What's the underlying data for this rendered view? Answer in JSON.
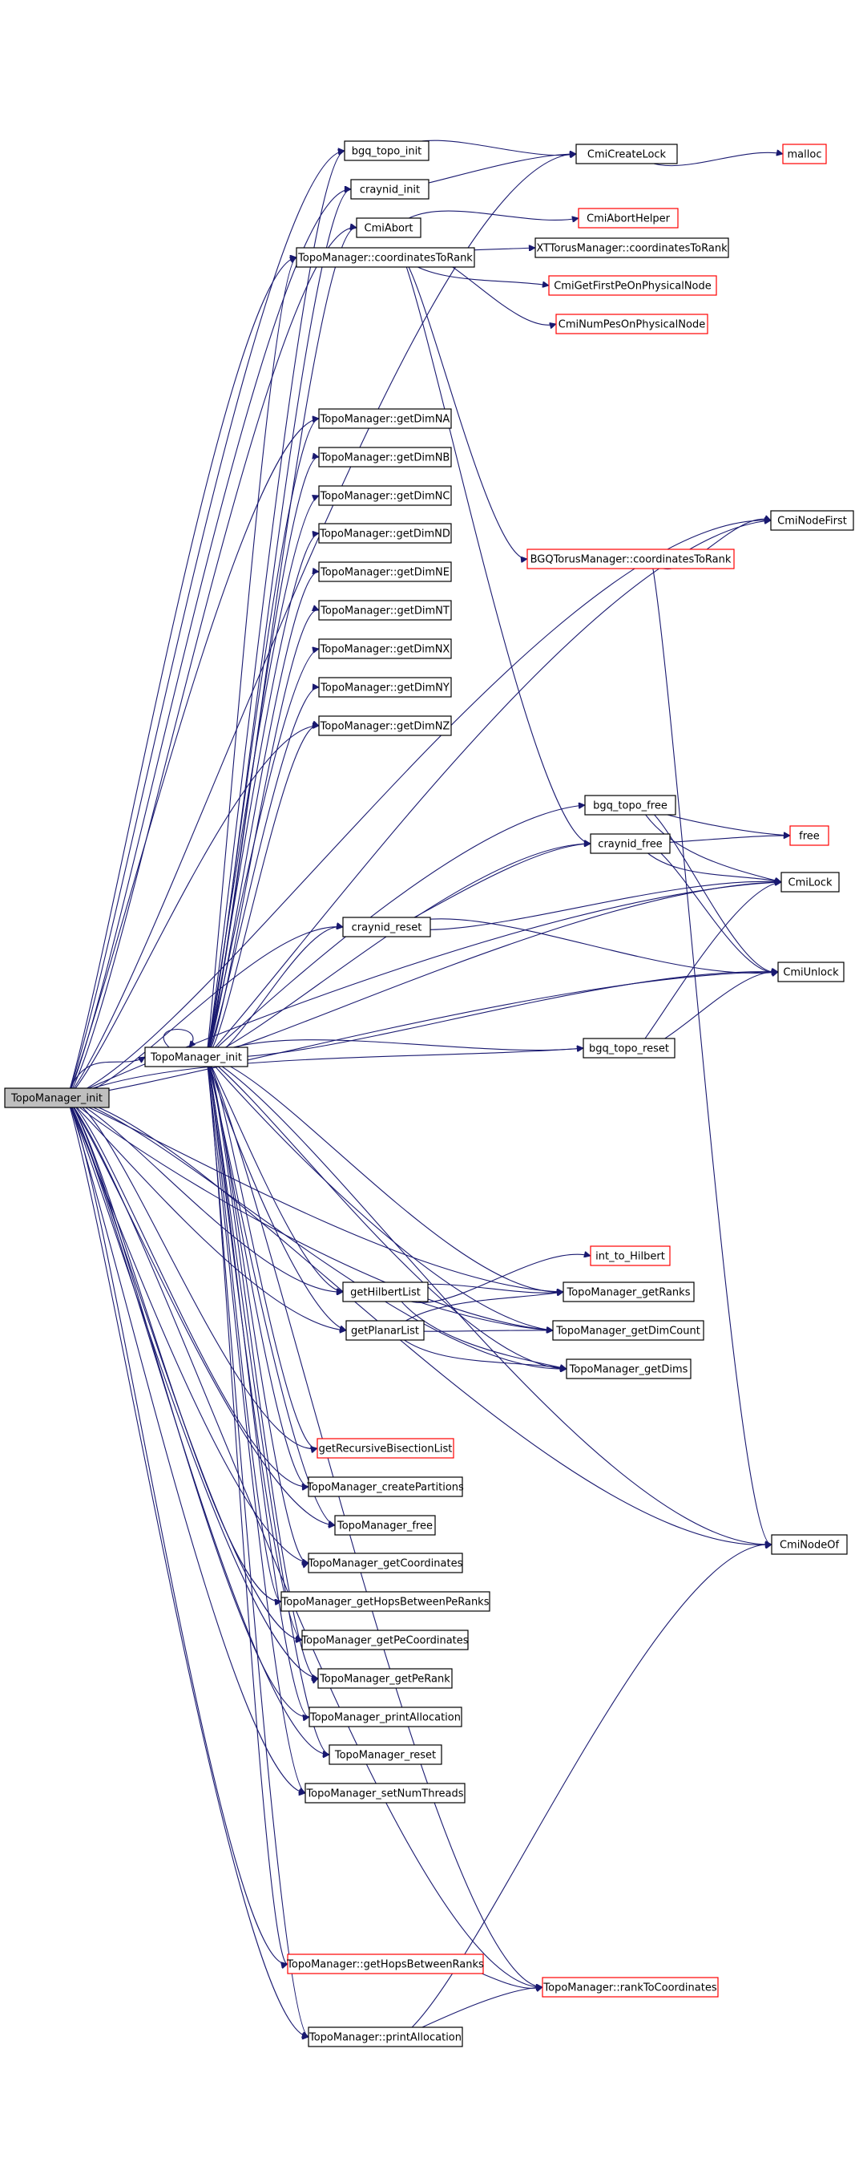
{
  "nodes": [
    {
      "id": "root",
      "label": "TopoManager_init",
      "style": "root"
    },
    {
      "id": "tm_init",
      "label": "TopoManager_init",
      "style": "normal"
    },
    {
      "id": "bgq_topo_init",
      "label": "bgq_topo_init",
      "style": "normal"
    },
    {
      "id": "craynid_init",
      "label": "craynid_init",
      "style": "normal"
    },
    {
      "id": "CmiAbort",
      "label": "CmiAbort",
      "style": "normal"
    },
    {
      "id": "coordsToRank",
      "label": "TopoManager::coordinatesToRank",
      "style": "normal"
    },
    {
      "id": "CmiCreateLock",
      "label": "CmiCreateLock",
      "style": "normal"
    },
    {
      "id": "malloc",
      "label": "malloc",
      "style": "truncated"
    },
    {
      "id": "CmiAbortHelper",
      "label": "CmiAbortHelper",
      "style": "truncated"
    },
    {
      "id": "XTTorus",
      "label": "XTTorusManager::coordinatesToRank",
      "style": "normal"
    },
    {
      "id": "CmiGetFirstPe",
      "label": "CmiGetFirstPeOnPhysicalNode",
      "style": "truncated"
    },
    {
      "id": "CmiNumPes",
      "label": "CmiNumPesOnPhysicalNode",
      "style": "truncated"
    },
    {
      "id": "getDimNA",
      "label": "TopoManager::getDimNA",
      "style": "normal"
    },
    {
      "id": "getDimNB",
      "label": "TopoManager::getDimNB",
      "style": "normal"
    },
    {
      "id": "getDimNC",
      "label": "TopoManager::getDimNC",
      "style": "normal"
    },
    {
      "id": "getDimND",
      "label": "TopoManager::getDimND",
      "style": "normal"
    },
    {
      "id": "getDimNE",
      "label": "TopoManager::getDimNE",
      "style": "normal"
    },
    {
      "id": "getDimNT",
      "label": "TopoManager::getDimNT",
      "style": "normal"
    },
    {
      "id": "getDimNX",
      "label": "TopoManager::getDimNX",
      "style": "normal"
    },
    {
      "id": "getDimNY",
      "label": "TopoManager::getDimNY",
      "style": "normal"
    },
    {
      "id": "getDimNZ",
      "label": "TopoManager::getDimNZ",
      "style": "normal"
    },
    {
      "id": "CmiNodeFirst",
      "label": "CmiNodeFirst",
      "style": "normal"
    },
    {
      "id": "BGQTorus",
      "label": "BGQTorusManager::coordinatesToRank",
      "style": "truncated"
    },
    {
      "id": "bgq_topo_free",
      "label": "bgq_topo_free",
      "style": "normal"
    },
    {
      "id": "craynid_free",
      "label": "craynid_free",
      "style": "normal"
    },
    {
      "id": "free",
      "label": "free",
      "style": "truncated"
    },
    {
      "id": "CmiLock",
      "label": "CmiLock",
      "style": "normal"
    },
    {
      "id": "craynid_reset",
      "label": "craynid_reset",
      "style": "normal"
    },
    {
      "id": "CmiUnlock",
      "label": "CmiUnlock",
      "style": "normal"
    },
    {
      "id": "bgq_topo_reset",
      "label": "bgq_topo_reset",
      "style": "normal"
    },
    {
      "id": "int_to_Hilbert",
      "label": "int_to_Hilbert",
      "style": "truncated"
    },
    {
      "id": "getHilbertList",
      "label": "getHilbertList",
      "style": "normal"
    },
    {
      "id": "TM_getRanks",
      "label": "TopoManager_getRanks",
      "style": "normal"
    },
    {
      "id": "getPlanarList",
      "label": "getPlanarList",
      "style": "normal"
    },
    {
      "id": "TM_getDimCount",
      "label": "TopoManager_getDimCount",
      "style": "normal"
    },
    {
      "id": "TM_getDims",
      "label": "TopoManager_getDims",
      "style": "normal"
    },
    {
      "id": "getRecBis",
      "label": "getRecursiveBisectionList",
      "style": "truncated"
    },
    {
      "id": "TM_createPartitions",
      "label": "TopoManager_createPartitions",
      "style": "normal"
    },
    {
      "id": "TM_free",
      "label": "TopoManager_free",
      "style": "normal"
    },
    {
      "id": "TM_getCoordinates",
      "label": "TopoManager_getCoordinates",
      "style": "normal"
    },
    {
      "id": "CmiNodeOf",
      "label": "CmiNodeOf",
      "style": "normal"
    },
    {
      "id": "TM_getHopsPe",
      "label": "TopoManager_getHopsBetweenPeRanks",
      "style": "normal"
    },
    {
      "id": "TM_getPeCoords",
      "label": "TopoManager_getPeCoordinates",
      "style": "normal"
    },
    {
      "id": "TM_getPeRank",
      "label": "TopoManager_getPeRank",
      "style": "normal"
    },
    {
      "id": "TM_printAllocation",
      "label": "TopoManager_printAllocation",
      "style": "normal"
    },
    {
      "id": "TM_reset",
      "label": "TopoManager_reset",
      "style": "normal"
    },
    {
      "id": "TM_setNumThreads",
      "label": "TopoManager_setNumThreads",
      "style": "normal"
    },
    {
      "id": "TMgetHops",
      "label": "TopoManager::getHopsBetweenRanks",
      "style": "truncated"
    },
    {
      "id": "rankToCoords",
      "label": "TopoManager::rankToCoordinates",
      "style": "truncated"
    },
    {
      "id": "TMprintAlloc",
      "label": "TopoManager::printAllocation",
      "style": "normal"
    }
  ],
  "edges": [
    [
      "root",
      "tm_init"
    ],
    [
      "root",
      "bgq_topo_init"
    ],
    [
      "root",
      "craynid_init"
    ],
    [
      "root",
      "CmiAbort"
    ],
    [
      "root",
      "coordsToRank"
    ],
    [
      "root",
      "CmiCreateLock"
    ],
    [
      "root",
      "CmiNodeFirst"
    ],
    [
      "root",
      "CmiLock"
    ],
    [
      "root",
      "CmiUnlock"
    ],
    [
      "root",
      "craynid_reset"
    ],
    [
      "root",
      "bgq_topo_reset"
    ],
    [
      "root",
      "getHilbertList"
    ],
    [
      "root",
      "getPlanarList"
    ],
    [
      "root",
      "getRecBis"
    ],
    [
      "root",
      "TM_createPartitions"
    ],
    [
      "root",
      "TM_free"
    ],
    [
      "root",
      "TM_getCoordinates"
    ],
    [
      "root",
      "TM_getHopsPe"
    ],
    [
      "root",
      "TM_getPeCoords"
    ],
    [
      "root",
      "TM_getPeRank"
    ],
    [
      "root",
      "TM_printAllocation"
    ],
    [
      "root",
      "TM_reset"
    ],
    [
      "root",
      "TM_setNumThreads"
    ],
    [
      "root",
      "TMgetHops"
    ],
    [
      "root",
      "rankToCoords"
    ],
    [
      "root",
      "TMprintAlloc"
    ],
    [
      "root",
      "CmiNodeOf"
    ],
    [
      "root",
      "TM_getDims"
    ],
    [
      "root",
      "TM_getRanks"
    ],
    [
      "root",
      "TM_getDimCount"
    ],
    [
      "root",
      "getDimNA"
    ],
    [
      "root",
      "getDimNZ"
    ],
    [
      "tm_init",
      "tm_init"
    ],
    [
      "tm_init",
      "bgq_topo_init"
    ],
    [
      "tm_init",
      "craynid_init"
    ],
    [
      "tm_init",
      "CmiAbort"
    ],
    [
      "tm_init",
      "coordsToRank"
    ],
    [
      "tm_init",
      "getDimNA"
    ],
    [
      "tm_init",
      "getDimNB"
    ],
    [
      "tm_init",
      "getDimNC"
    ],
    [
      "tm_init",
      "getDimND"
    ],
    [
      "tm_init",
      "getDimNE"
    ],
    [
      "tm_init",
      "getDimNT"
    ],
    [
      "tm_init",
      "getDimNX"
    ],
    [
      "tm_init",
      "getDimNY"
    ],
    [
      "tm_init",
      "getDimNZ"
    ],
    [
      "tm_init",
      "bgq_topo_free"
    ],
    [
      "tm_init",
      "craynid_free"
    ],
    [
      "tm_init",
      "craynid_reset"
    ],
    [
      "tm_init",
      "bgq_topo_reset"
    ],
    [
      "tm_init",
      "CmiLock"
    ],
    [
      "tm_init",
      "CmiUnlock"
    ],
    [
      "tm_init",
      "CmiNodeFirst"
    ],
    [
      "tm_init",
      "CmiNodeOf"
    ],
    [
      "tm_init",
      "getHilbertList"
    ],
    [
      "tm_init",
      "getPlanarList"
    ],
    [
      "tm_init",
      "TM_getRanks"
    ],
    [
      "tm_init",
      "TM_getDims"
    ],
    [
      "tm_init",
      "TM_getDimCount"
    ],
    [
      "tm_init",
      "getRecBis"
    ],
    [
      "tm_init",
      "TM_createPartitions"
    ],
    [
      "tm_init",
      "TM_free"
    ],
    [
      "tm_init",
      "TM_getCoordinates"
    ],
    [
      "tm_init",
      "TM_getHopsPe"
    ],
    [
      "tm_init",
      "TM_getPeCoords"
    ],
    [
      "tm_init",
      "TM_getPeRank"
    ],
    [
      "tm_init",
      "TM_printAllocation"
    ],
    [
      "tm_init",
      "TM_reset"
    ],
    [
      "tm_init",
      "TM_setNumThreads"
    ],
    [
      "tm_init",
      "TMgetHops"
    ],
    [
      "tm_init",
      "rankToCoords"
    ],
    [
      "tm_init",
      "TMprintAlloc"
    ],
    [
      "bgq_topo_init",
      "CmiCreateLock"
    ],
    [
      "craynid_init",
      "CmiCreateLock"
    ],
    [
      "CmiCreateLock",
      "malloc"
    ],
    [
      "CmiAbort",
      "CmiAbortHelper"
    ],
    [
      "coordsToRank",
      "XTTorus"
    ],
    [
      "coordsToRank",
      "CmiGetFirstPe"
    ],
    [
      "coordsToRank",
      "CmiNumPes"
    ],
    [
      "coordsToRank",
      "BGQTorus"
    ],
    [
      "coordsToRank",
      "craynid_free"
    ],
    [
      "BGQTorus",
      "CmiNodeFirst"
    ],
    [
      "BGQTorus",
      "CmiNodeOf"
    ],
    [
      "bgq_topo_free",
      "free"
    ],
    [
      "bgq_topo_free",
      "CmiLock"
    ],
    [
      "bgq_topo_free",
      "CmiUnlock"
    ],
    [
      "craynid_free",
      "free"
    ],
    [
      "craynid_free",
      "CmiLock"
    ],
    [
      "craynid_free",
      "CmiUnlock"
    ],
    [
      "craynid_reset",
      "craynid_free"
    ],
    [
      "craynid_reset",
      "CmiLock"
    ],
    [
      "craynid_reset",
      "CmiUnlock"
    ],
    [
      "bgq_topo_reset",
      "CmiLock"
    ],
    [
      "bgq_topo_reset",
      "CmiUnlock"
    ],
    [
      "getHilbertList",
      "int_to_Hilbert"
    ],
    [
      "getHilbertList",
      "TM_getRanks"
    ],
    [
      "getHilbertList",
      "TM_getDimCount"
    ],
    [
      "getHilbertList",
      "TM_getDims"
    ],
    [
      "getPlanarList",
      "TM_getRanks"
    ],
    [
      "getPlanarList",
      "TM_getDimCount"
    ],
    [
      "getPlanarList",
      "TM_getDims"
    ],
    [
      "TMgetHops",
      "rankToCoords"
    ],
    [
      "TMprintAlloc",
      "rankToCoords"
    ],
    [
      "TMprintAlloc",
      "CmiNodeOf"
    ]
  ],
  "colors": {
    "edge": "#191970",
    "root_fill": "#bfbfbf",
    "normal_border": "#000000",
    "truncated_border": "#ff0000",
    "text": "#000000"
  }
}
